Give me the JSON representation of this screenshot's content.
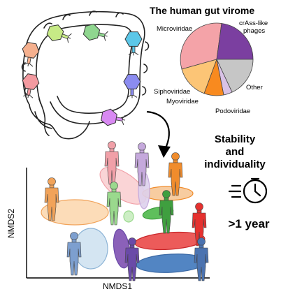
{
  "title": "The human gut virome",
  "pie_labels": {
    "crass": "crAss-like phages",
    "microviridae": "Microviridae",
    "siphoviridae": "Siphoviridae",
    "myoviridae": "Myoviridae",
    "podoviridae": "Podoviridae",
    "other": "Other"
  },
  "pie_colors": {
    "microviridae": "#f4a3a8",
    "crass": "#7b3fa0",
    "other": "#c6c6c6",
    "podoviridae": "#d9c2e6",
    "myoviridae": "#f88a1f",
    "siphoviridae": "#fcc576"
  },
  "phage_colors": [
    "#c7ea86",
    "#8fd68f",
    "#5bc7e8",
    "#8b8cf0",
    "#d889f2",
    "#f5b08e",
    "#f39aa0"
  ],
  "claim": {
    "line1": "Stability",
    "line2": "and",
    "line3": "individuality"
  },
  "duration": ">1 year",
  "axes": {
    "x": "NMDS1",
    "y": "NMDS2"
  },
  "people_colors": [
    "#f1a35a",
    "#f1a0a8",
    "#c5a9dc",
    "#f08c2c",
    "#9ad98d",
    "#3f9f3f",
    "#e5312f",
    "#7d9fcf",
    "#6a4aa8",
    "#4b73b0"
  ]
}
